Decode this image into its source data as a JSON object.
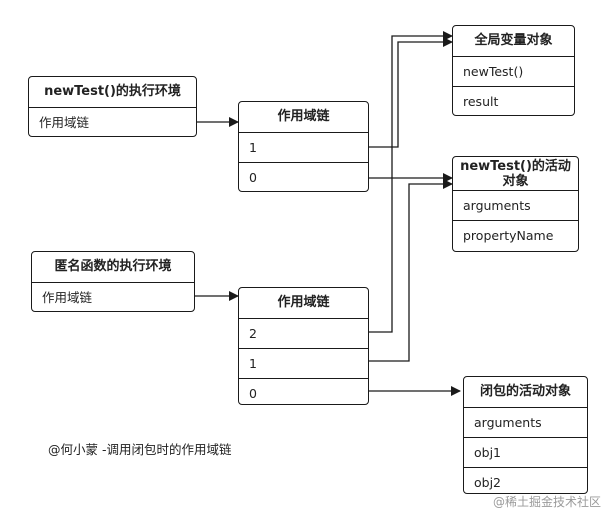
{
  "boxes": {
    "new_test_env": {
      "title": "newTest()的执行环境",
      "rows": [
        "作用域链"
      ]
    },
    "scope_chain_1": {
      "title": "作用域链",
      "rows": [
        "1",
        "0"
      ]
    },
    "global_vars": {
      "title": "全局变量对象",
      "rows": [
        "newTest()",
        "result"
      ]
    },
    "new_test_activation": {
      "title_line1": "newTest()的活动",
      "title_line2": "对象",
      "rows": [
        "arguments",
        "propertyName"
      ]
    },
    "anon_env": {
      "title": "匿名函数的执行环境",
      "rows": [
        "作用域链"
      ]
    },
    "scope_chain_2": {
      "title": "作用域链",
      "rows": [
        "2",
        "1",
        "0"
      ]
    },
    "closure_activation": {
      "title": "闭包的活动对象",
      "rows": [
        "arguments",
        "obj1",
        "obj2"
      ]
    }
  },
  "caption": "@何小蒙 -调用闭包时的作用域链",
  "watermark": "@稀土掘金技术社区",
  "colors": {
    "line": "#1a1a1a",
    "background": "#ffffff"
  }
}
